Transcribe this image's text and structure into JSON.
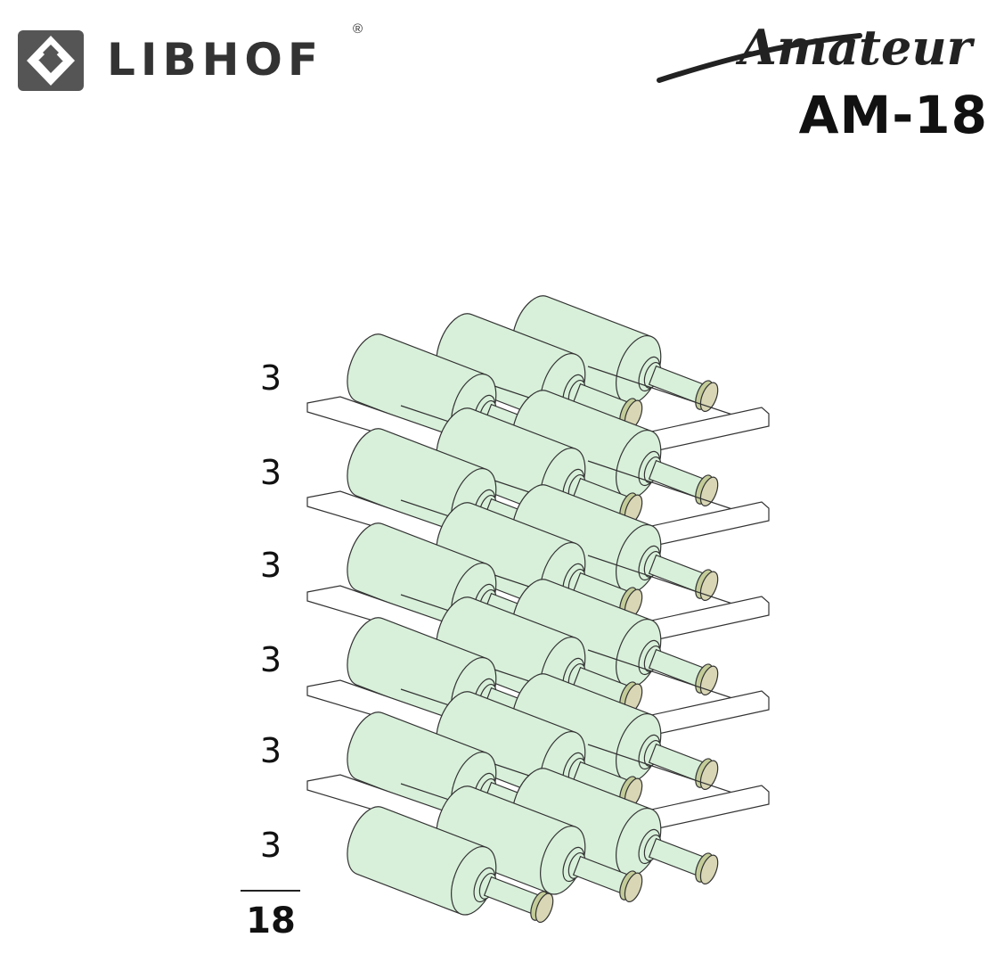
{
  "header": {
    "brand": "LIBHOF",
    "registered": "®",
    "series": "Amateur",
    "model": "AM-18"
  },
  "colors": {
    "bottle": "#d8f0da",
    "cork": "#d8d6b4",
    "cork_side": "#c3cc98",
    "logo": "#555555"
  },
  "rows": [
    {
      "count": "3"
    },
    {
      "count": "3"
    },
    {
      "count": "3"
    },
    {
      "count": "3"
    },
    {
      "count": "3"
    },
    {
      "count": "3"
    }
  ],
  "total": "18"
}
